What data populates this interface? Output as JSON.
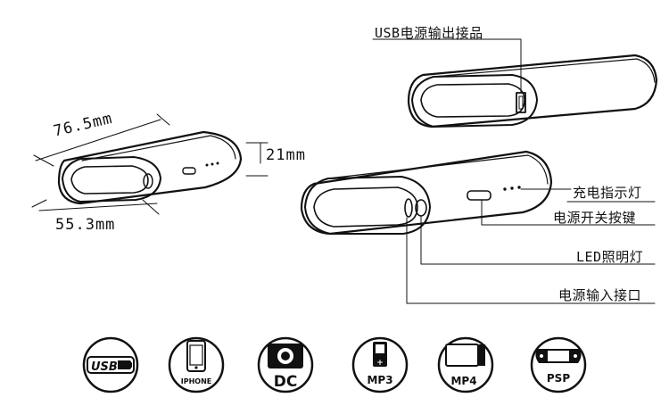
{
  "labels": {
    "usb_output": "USB电源输出接品",
    "charge_indicator": "充电指示灯",
    "power_switch": "电源开关按键",
    "led_light": "LED照明灯",
    "power_input": "电源输入接口"
  },
  "dimensions": {
    "length": "76.5mm",
    "height": "21mm",
    "width": "55.3mm"
  },
  "compat_icons": [
    {
      "name": "usb-icon",
      "label": "USB"
    },
    {
      "name": "iphone-icon",
      "label": "IPHONE"
    },
    {
      "name": "dc-icon",
      "label": "DC"
    },
    {
      "name": "mp3-icon",
      "label": "MP3"
    },
    {
      "name": "mp4-icon",
      "label": "MP4"
    },
    {
      "name": "psp-icon",
      "label": "PSP"
    }
  ]
}
